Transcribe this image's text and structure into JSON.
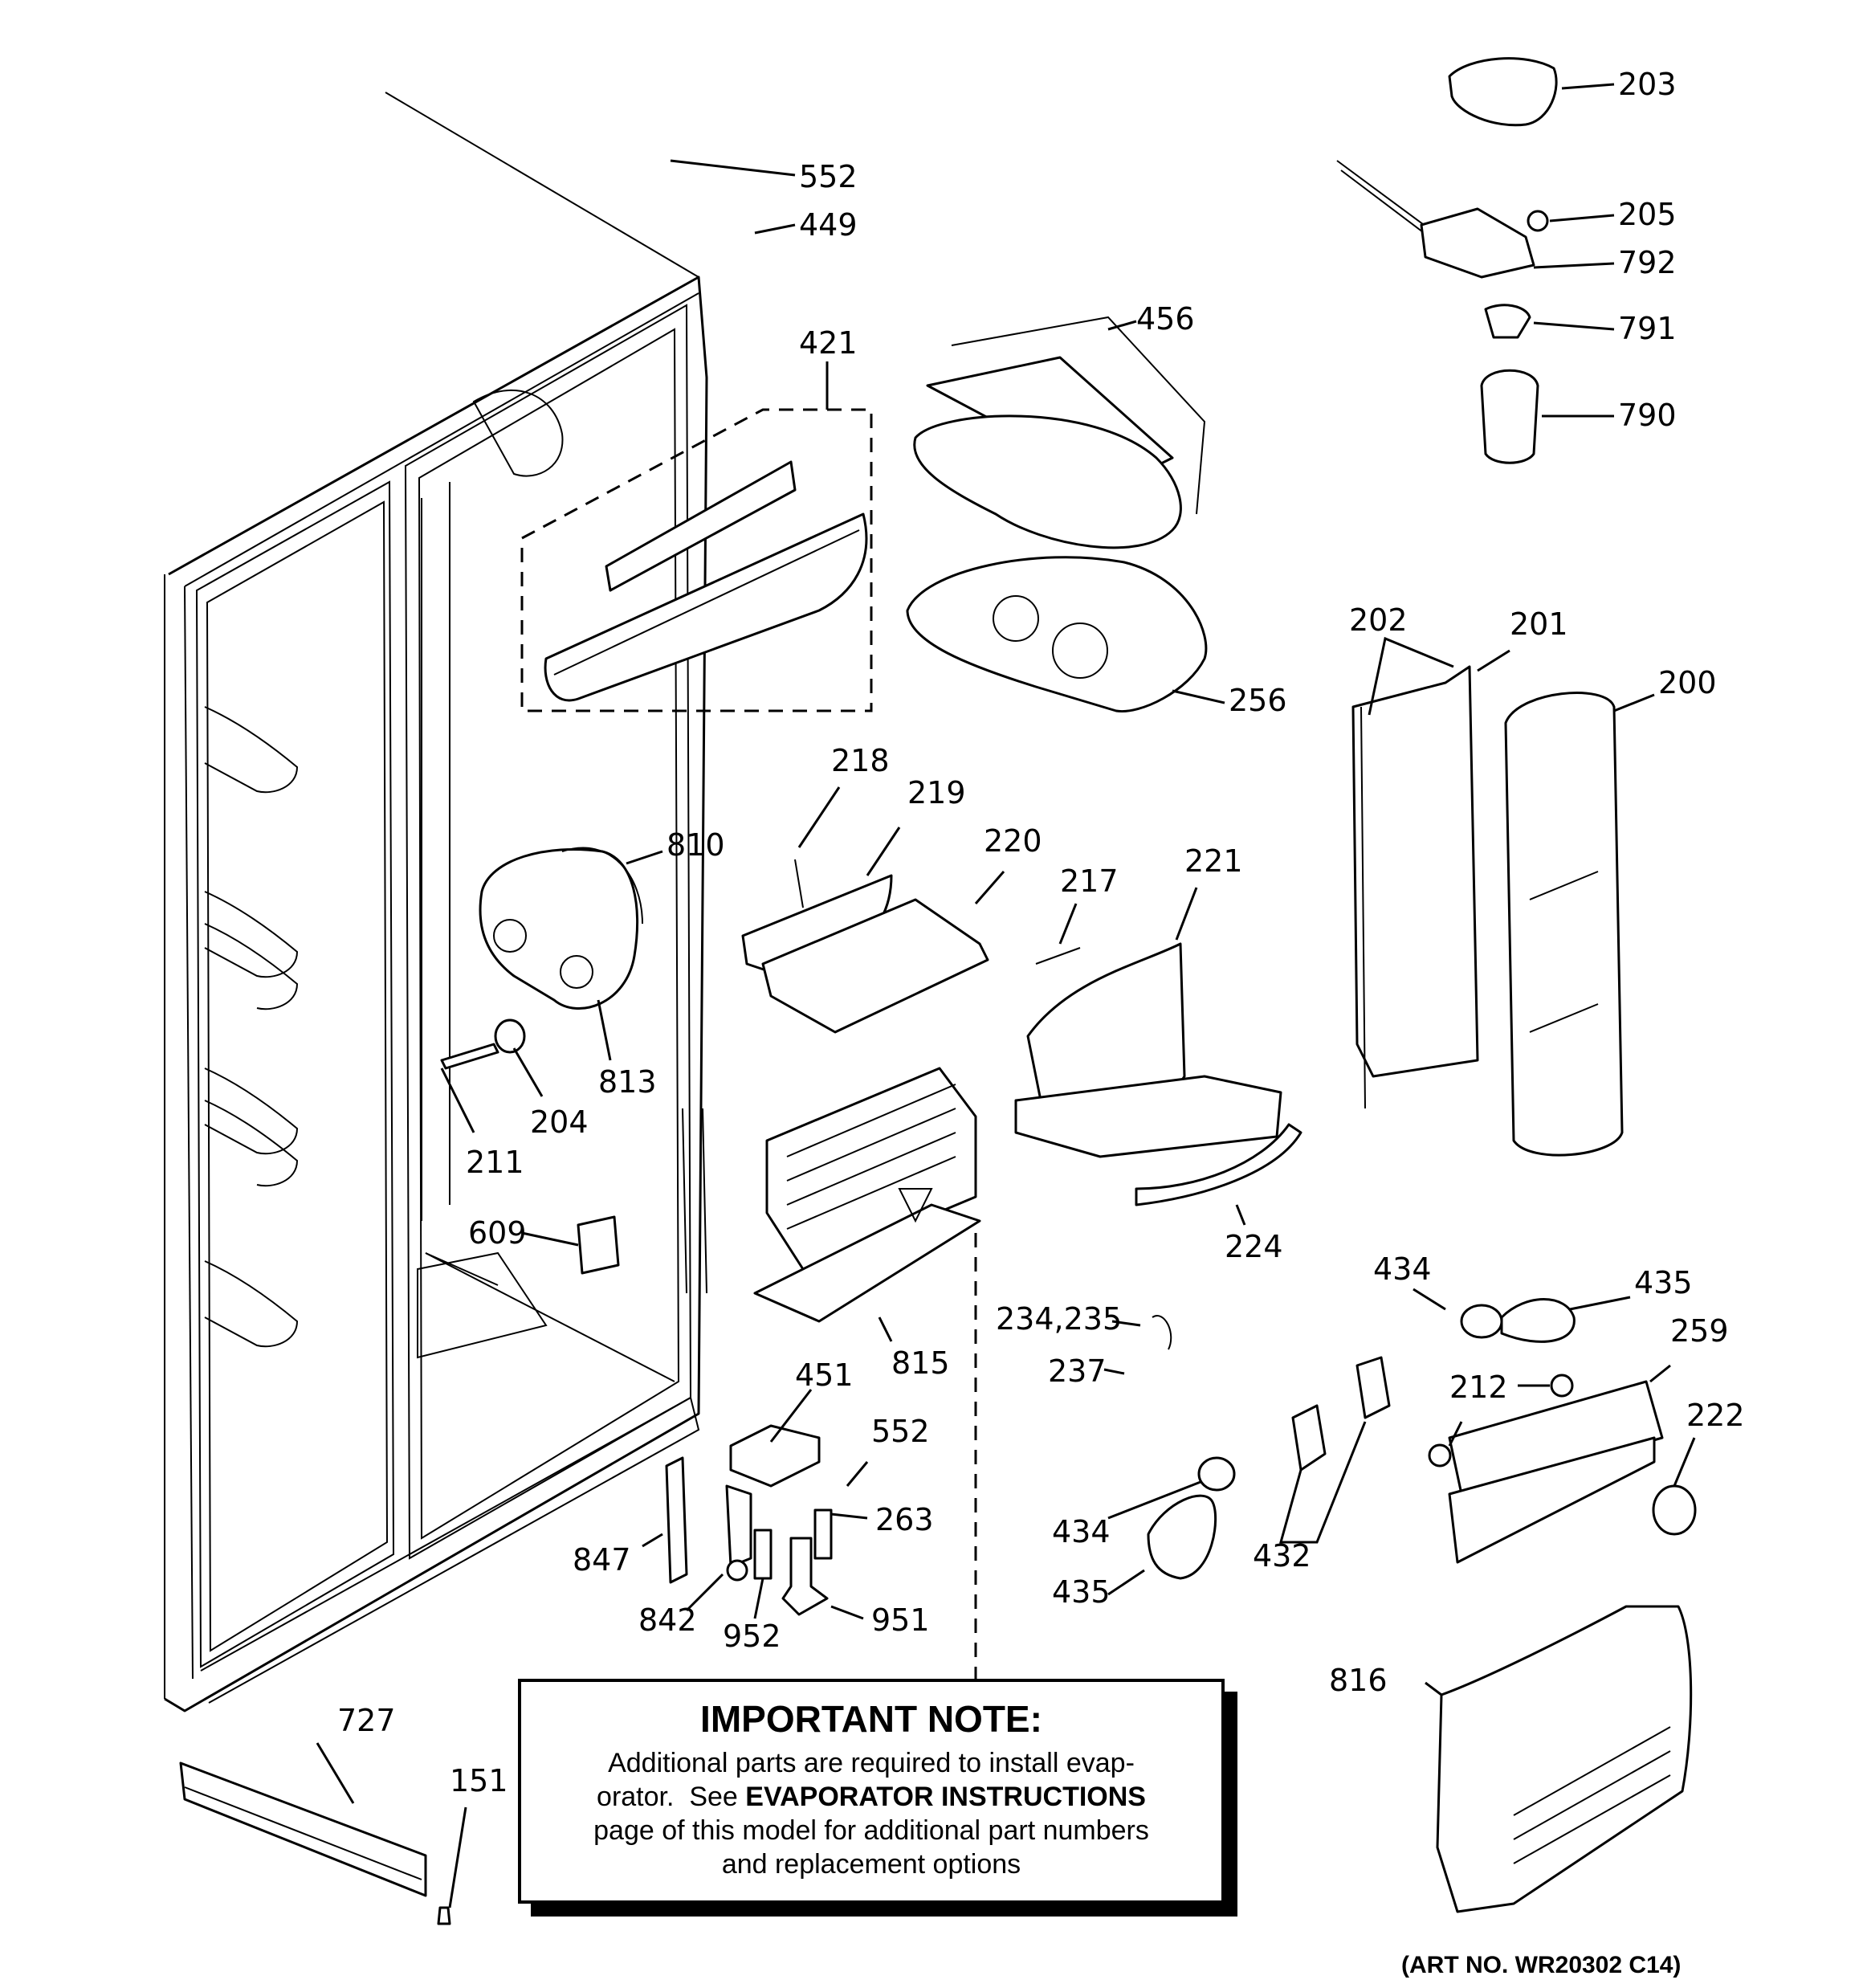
{
  "labels": {
    "p203": "203",
    "p552a": "552",
    "p449": "449",
    "p205": "205",
    "p792": "792",
    "p791": "791",
    "p790": "790",
    "p456": "456",
    "p421": "421",
    "p202": "202",
    "p201": "201",
    "p200": "200",
    "p256": "256",
    "p218": "218",
    "p219": "219",
    "p810": "810",
    "p220": "220",
    "p217": "217",
    "p221": "221",
    "p813": "813",
    "p204": "204",
    "p211": "211",
    "p609": "609",
    "p224": "224",
    "p434a": "434",
    "p435a": "435",
    "p234": "234,235",
    "p259": "259",
    "p237": "237",
    "p815": "815",
    "p212": "212",
    "p222": "222",
    "p451": "451",
    "p552b": "552",
    "p263": "263",
    "p434b": "434",
    "p432": "432",
    "p847": "847",
    "p435b": "435",
    "p842": "842",
    "p952": "952",
    "p951": "951",
    "p816": "816",
    "p727": "727",
    "p151": "151"
  },
  "note": {
    "title": "IMPORTANT NOTE:",
    "line1": "Additional parts are required to install evap-",
    "line2a": "orator.  See ",
    "line2b": "EVAPORATOR INSTRUCTIONS",
    "line3": "page of this model for additional part numbers",
    "line4": "and replacement options"
  },
  "art_number": "(ART NO. WR20302 C14)"
}
